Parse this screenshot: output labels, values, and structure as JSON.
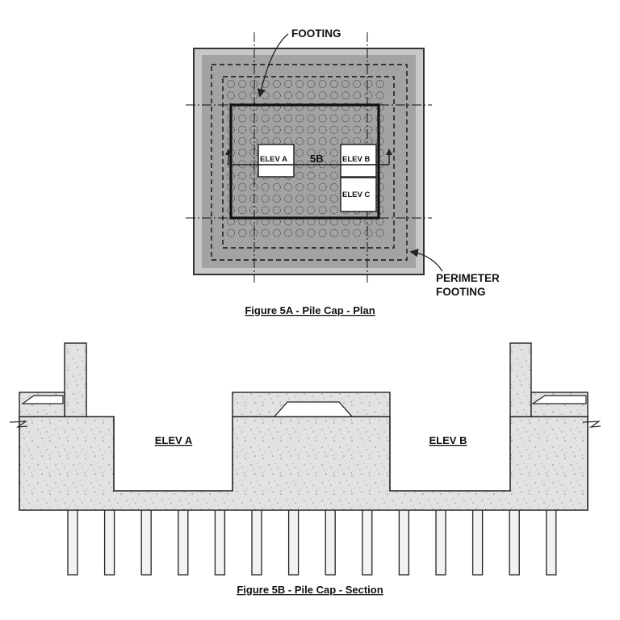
{
  "plan": {
    "caption": "Figure 5A - Pile Cap - Plan",
    "footing_label": "FOOTING",
    "perimeter_label_line1": "PERIMETER",
    "perimeter_label_line2": "FOOTING",
    "section_mark": "5B",
    "elevators": [
      "ELEV A",
      "ELEV B",
      "ELEV C"
    ]
  },
  "section": {
    "caption": "Figure 5B - Pile Cap - Section",
    "elev_a_label": "ELEV A",
    "elev_b_label": "ELEV B"
  },
  "colors": {
    "line": "#222222",
    "plan_fill": "#9a9a9a",
    "plan_border": "#c8c8c8",
    "concrete": "#e2e2e2",
    "pile": "#f2f2f2"
  }
}
